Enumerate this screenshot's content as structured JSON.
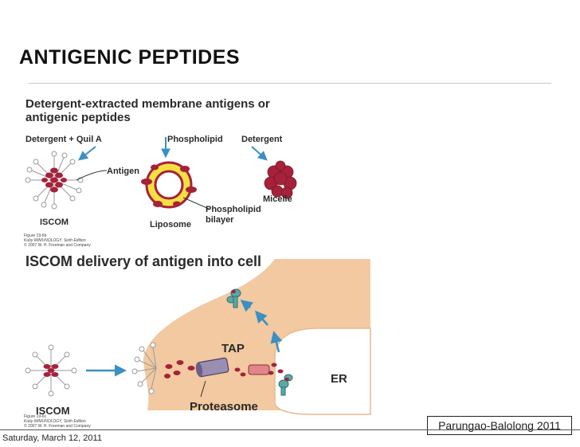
{
  "slide": {
    "title": "ANTIGENIC PEPTIDES",
    "date": "Saturday, March 12, 2011",
    "credit": "Parungao-Balolong 2011"
  },
  "figure_a": {
    "heading_line1": "Detergent-extracted membrane antigens or",
    "heading_line2": "antigenic peptides",
    "label_detergent_quil": "Detergent + Quil A",
    "label_phospholipid": "Phospholipid",
    "label_detergent": "Detergent",
    "label_antigen": "Antigen",
    "label_phospholipid_bilayer_1": "Phospholipid",
    "label_phospholipid_bilayer_2": "bilayer",
    "label_iscom": "ISCOM",
    "label_liposome": "Liposome",
    "label_micelle": "Micelle",
    "fig_caption_1": "Figure 19-6b",
    "fig_caption_2": "Kuby IMMUNOLOGY, Sixth Edition",
    "fig_caption_3": "© 2007 W. H. Freeman and Company"
  },
  "figure_b": {
    "heading": "ISCOM delivery of antigen into cell",
    "label_tap": "TAP",
    "label_er": "ER",
    "label_iscom": "ISCOM",
    "label_proteasome": "Proteasome",
    "fig_caption_1": "Figure 19-6c",
    "fig_caption_2": "Kuby IMMUNOLOGY, Sixth Edition",
    "fig_caption_3": "© 2007 W. H. Freeman and Company"
  },
  "colors": {
    "antigen_red": "#a5223a",
    "cell_tan": "#f2c9a0",
    "arrow_blue": "#3a8fc4",
    "bilayer_yellow": "#f4e040",
    "mhc_teal": "#5aa8a8"
  }
}
